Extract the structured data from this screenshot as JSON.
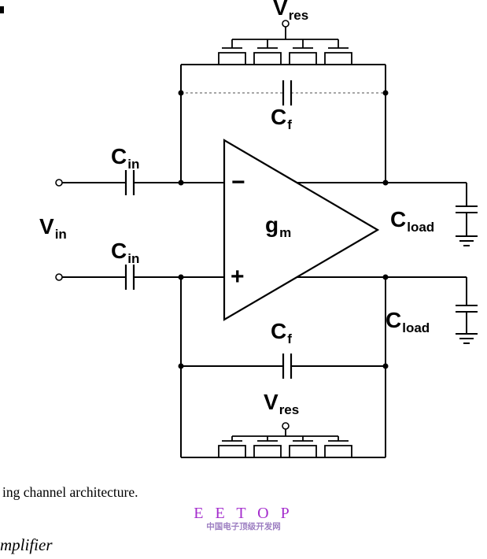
{
  "figure": {
    "caption_fragment": "ing channel architecture.",
    "heading_fragment": "mplifier"
  },
  "watermark": {
    "title": "E E T O P",
    "subtitle": "中国电子顶级开发网",
    "title_color": "#a42ccd",
    "subtitle_color": "#9d7fc2"
  },
  "schematic": {
    "vres_top": {
      "main": "V",
      "sub": "res"
    },
    "vres_bottom": {
      "main": "V",
      "sub": "res"
    },
    "cf_top": {
      "main": "C",
      "sub": "f"
    },
    "cf_bottom": {
      "main": "C",
      "sub": "f"
    },
    "cin_top": {
      "main": "C",
      "sub": "in"
    },
    "cin_bottom": {
      "main": "C",
      "sub": "in"
    },
    "vin": {
      "main": "V",
      "sub": "in"
    },
    "gm": {
      "main": "g",
      "sub": "m"
    },
    "cload_top": {
      "main": "C",
      "sub": "load"
    },
    "cload_bottom": {
      "main": "C",
      "sub": "load"
    },
    "minus": "−",
    "plus": "+",
    "wire_color": "#000000",
    "cf_top_wire_color": "#8a8a8a"
  }
}
